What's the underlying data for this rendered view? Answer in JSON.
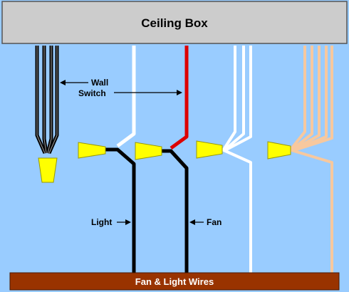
{
  "title": "Ceiling Box",
  "bottom_label": "Fan & Light Wires",
  "labels": {
    "wall": "Wall",
    "switch": "Switch",
    "light": "Light",
    "fan": "Fan"
  },
  "colors": {
    "background": "#99ccff",
    "ceiling_box": "#cccccc",
    "bottom_bar": "#993300",
    "wire_black": "#000000",
    "wire_white": "#ffffff",
    "wire_red": "#dd0000",
    "wire_ground": "#f7c89e",
    "wire_nut": "#ffff00"
  }
}
